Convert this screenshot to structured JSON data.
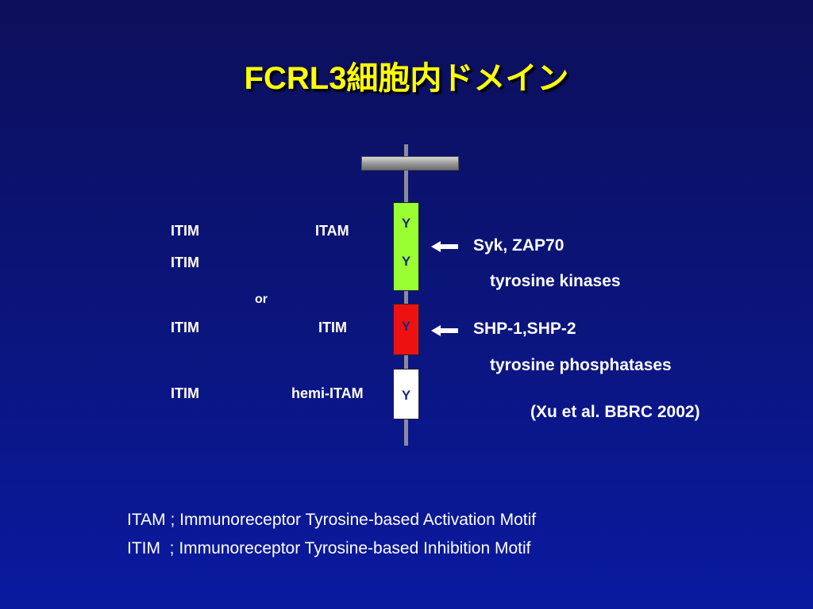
{
  "title": "FCRL3細胞内ドメイン",
  "left_labels": {
    "row1_left": "ITIM",
    "row1_right": "ITAM",
    "row2_left": "ITIM",
    "or": "or",
    "row3_left": "ITIM",
    "row3_right": "ITIM",
    "row4_left": "ITIM",
    "row4_right": "hemi-ITAM"
  },
  "domains": {
    "green": {
      "y1": "Y",
      "y2": "Y",
      "color": "#99ff33"
    },
    "red": {
      "y": "Y",
      "color": "#ee1111"
    },
    "white": {
      "y": "Y",
      "color": "#ffffff"
    }
  },
  "right_labels": {
    "kinases_name": "Syk, ZAP70",
    "kinases_type": "tyrosine kinases",
    "phosphatases_name": "SHP-1,SHP-2",
    "phosphatases_type": "tyrosine phosphatases",
    "citation": "(Xu et al. BBRC 2002)"
  },
  "footer": {
    "itam_def": "ITAM ; Immunoreceptor Tyrosine-based Activation Motif",
    "itim_def": "ITIM  ; Immunoreceptor Tyrosine-based Inhibition Motif"
  },
  "colors": {
    "title": "#ffff00",
    "background": "#0b1477",
    "y_letter": "#1a2a7a"
  },
  "icons": [
    "arrow-left-icon",
    "arrow-left-icon"
  ]
}
